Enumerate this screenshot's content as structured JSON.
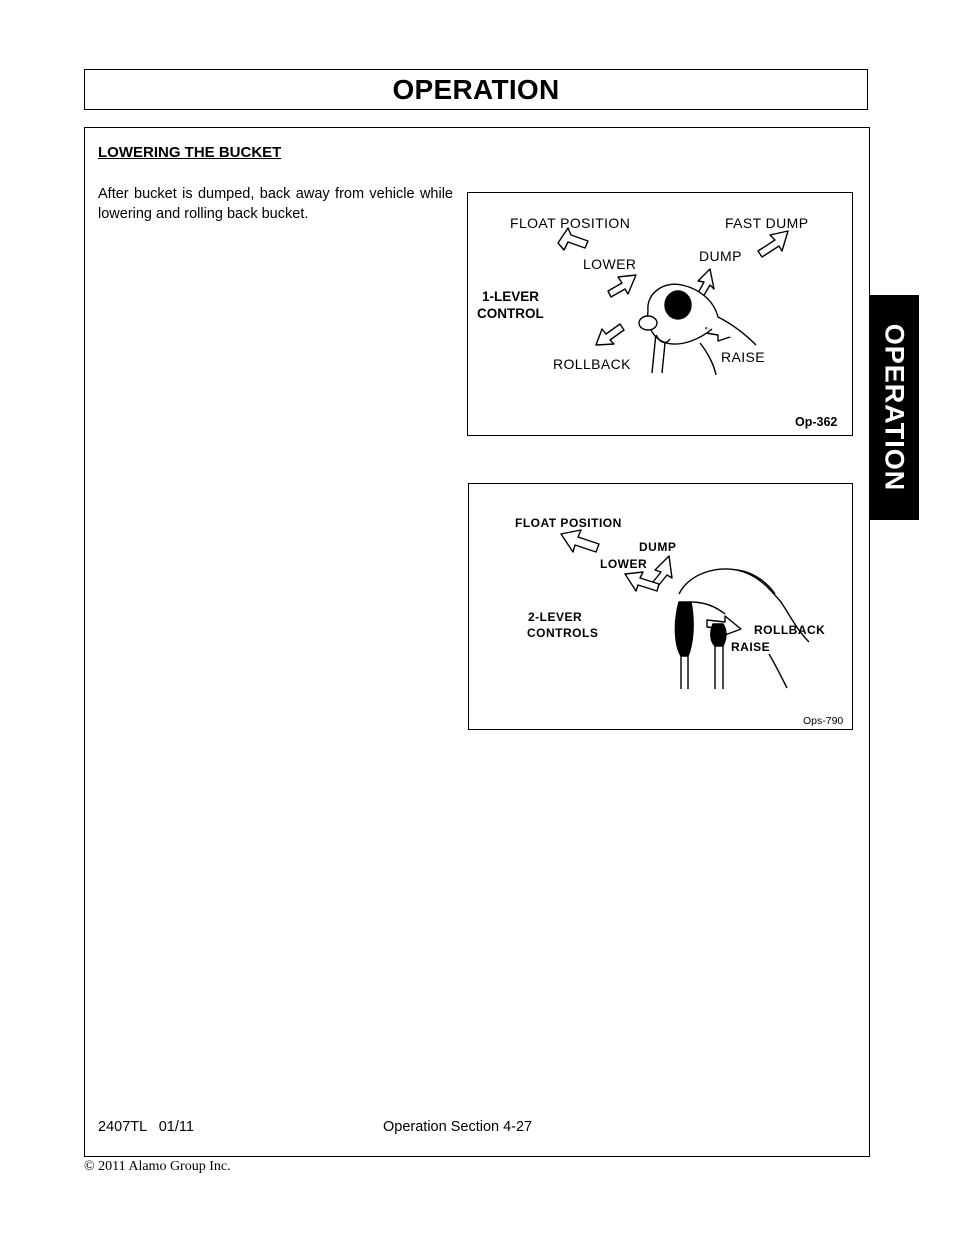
{
  "header": {
    "title": "OPERATION"
  },
  "side_tab": {
    "label": "OPERATION"
  },
  "section": {
    "title": "LOWERING THE BUCKET",
    "body": "After bucket is dumped, back away from vehicle while lowering and rolling back bucket."
  },
  "figure1": {
    "id": "Op-362",
    "labels": {
      "float_position": "FLOAT POSITION",
      "fast_dump": "FAST DUMP",
      "lower": "LOWER",
      "dump": "DUMP",
      "control_line1": "1-LEVER",
      "control_line2": "CONTROL",
      "rollback": "ROLLBACK",
      "raise": "RAISE"
    }
  },
  "figure2": {
    "id": "Ops-790",
    "labels": {
      "float_position": "FLOAT POSITION",
      "dump": "DUMP",
      "lower": "LOWER",
      "controls_line1": "2-LEVER",
      "controls_line2": "CONTROLS",
      "rollback": "ROLLBACK",
      "raise": "RAISE"
    }
  },
  "footer": {
    "model": "2407TL   01/11",
    "section": "Operation Section 4-27",
    "copyright": "© 2011 Alamo Group Inc."
  }
}
